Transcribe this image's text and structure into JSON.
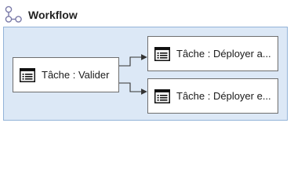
{
  "workflow": {
    "title": "Workflow",
    "icon": "workflow-icon",
    "colors": {
      "container_fill": "#dce8f6",
      "container_border": "#93b3d8",
      "node_border": "#6e6e6e",
      "arrow": "#333333"
    }
  },
  "nodes": [
    {
      "id": "validate",
      "label": "Tâche : Valider",
      "icon": "task-icon"
    },
    {
      "id": "deploy-1",
      "label": "Tâche : Déployer a...",
      "icon": "task-icon"
    },
    {
      "id": "deploy-2",
      "label": "Tâche : Déployer e...",
      "icon": "task-icon"
    }
  ],
  "edges": [
    {
      "from": "validate",
      "to": "deploy-1"
    },
    {
      "from": "validate",
      "to": "deploy-2"
    }
  ]
}
